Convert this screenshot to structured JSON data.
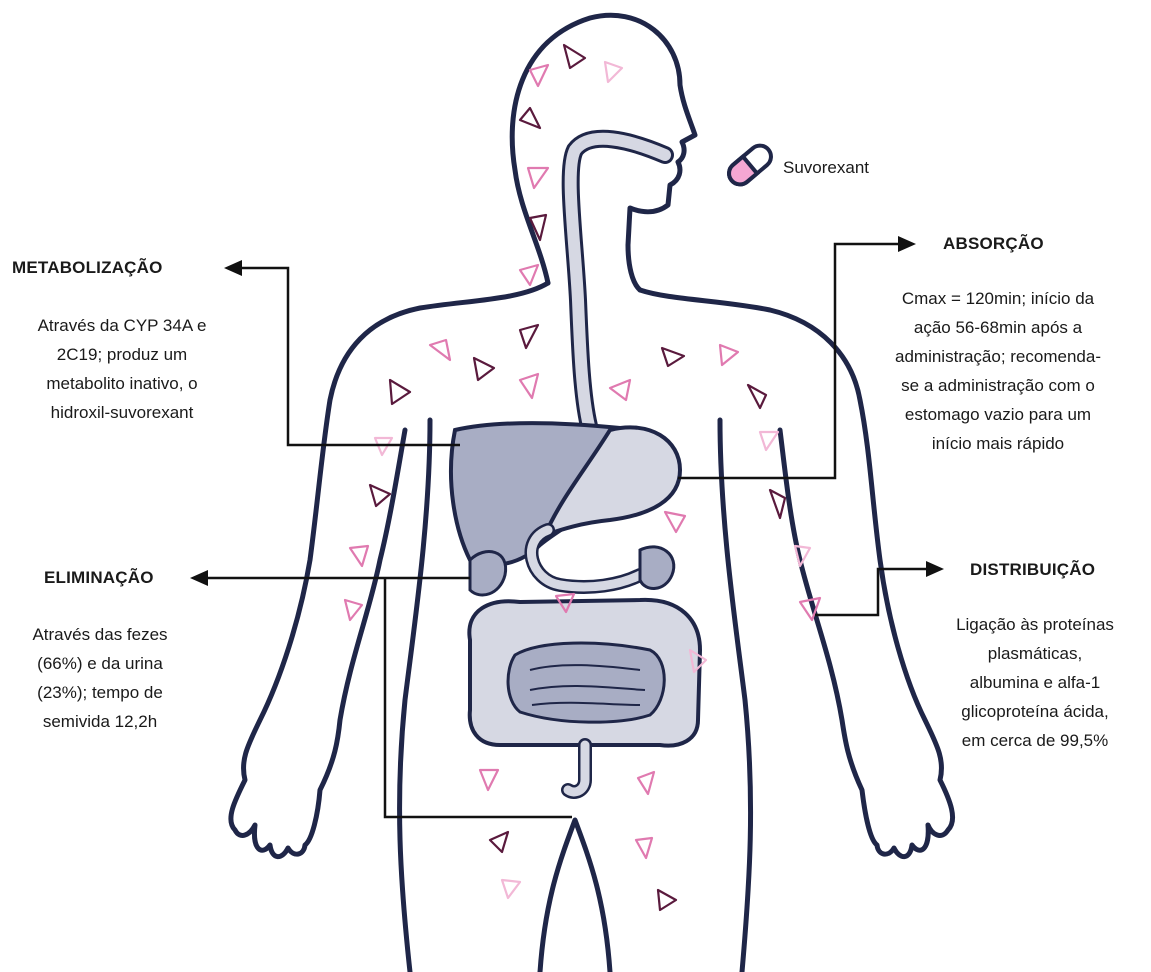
{
  "drug": {
    "name": "Suvorexant",
    "icon": "capsule-icon",
    "capsule_color": "#f4a7d3"
  },
  "stages": {
    "metabolism": {
      "title": "METABOLIZAÇÃO",
      "lines": [
        "Através da CYP 34A e",
        "2C19; produz um",
        "metabolito inativo, o",
        "hidroxil-suvorexant"
      ]
    },
    "elimination": {
      "title": "ELIMINAÇÃO",
      "lines": [
        "Através das fezes",
        "(66%) e da urina",
        "(23%); tempo de",
        "semivida 12,2h"
      ]
    },
    "absorption": {
      "title": "ABSORÇÃO",
      "lines": [
        "Cmax = 120min; início da",
        "ação 56-68min após a",
        "administração; recomenda-",
        "se a administração com o",
        "estomago vazio para um",
        "início mais rápido"
      ]
    },
    "distribution": {
      "title": "DISTRIBUIÇÃO",
      "lines": [
        "Ligação às proteínas",
        "plasmáticas,",
        "albumina e alfa-1",
        "glicoproteína ácida,",
        "em cerca de 99,5%"
      ]
    }
  },
  "colors": {
    "outline": "#1f2648",
    "organ_fill": "#a8adc4",
    "organ_light": "#d6d8e3",
    "marker_dark": "#5a1a3d",
    "marker_pink": "#e07ab0",
    "marker_light": "#f2b8d6"
  }
}
